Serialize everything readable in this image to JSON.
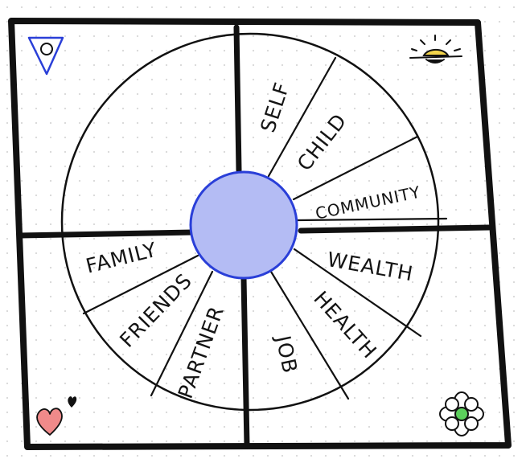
{
  "diagram": {
    "labels": {
      "self": "SELF",
      "child": "CHILD",
      "community": "COMMUNITY",
      "wealth": "WEALTH",
      "health": "HEALTH",
      "job": "JOB",
      "partner": "PARTNER",
      "friends": "FRIENDS",
      "family": "FAMILY"
    },
    "colors": {
      "hub_fill": "#b4bcf4",
      "hub_stroke": "#2a3fd8",
      "ink": "#111111",
      "triangle": "#2a3fd8",
      "sun": "#f2d44b",
      "heart": "#f08a8a",
      "flower_center": "#5ccf5c"
    },
    "icons": [
      "triangle-circle-icon",
      "sun-icon",
      "heart-icon",
      "flower-icon"
    ]
  }
}
